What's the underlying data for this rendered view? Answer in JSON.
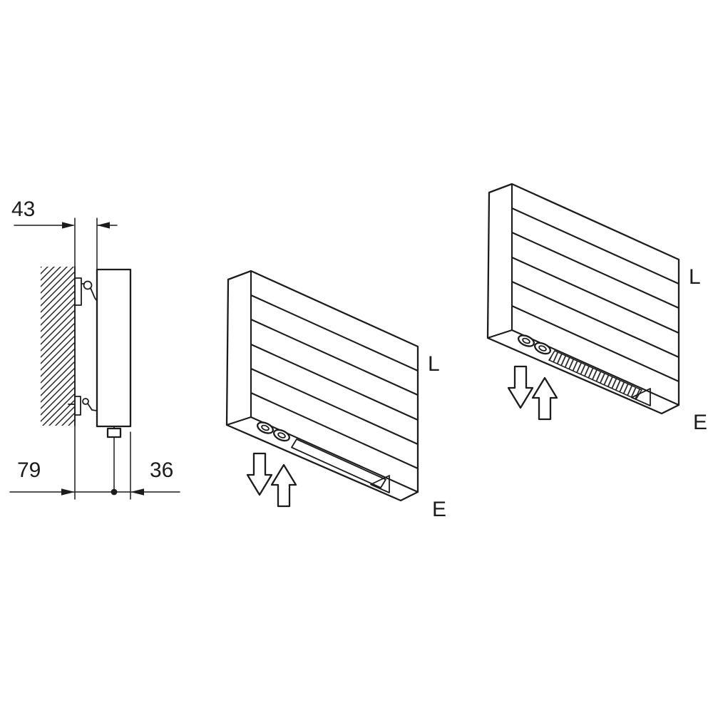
{
  "figure": {
    "background": "#ffffff",
    "line_color": "#1c1c1c",
    "side_view": {
      "dim_wall_to_panel": "43",
      "dim_wall_to_pipe": "79",
      "dim_pipe_to_front": "36"
    },
    "iso_view_open": {
      "inlet_label": "L",
      "outlet_label": "E"
    },
    "iso_view_grille": {
      "inlet_label": "L",
      "outlet_label": "E"
    }
  }
}
